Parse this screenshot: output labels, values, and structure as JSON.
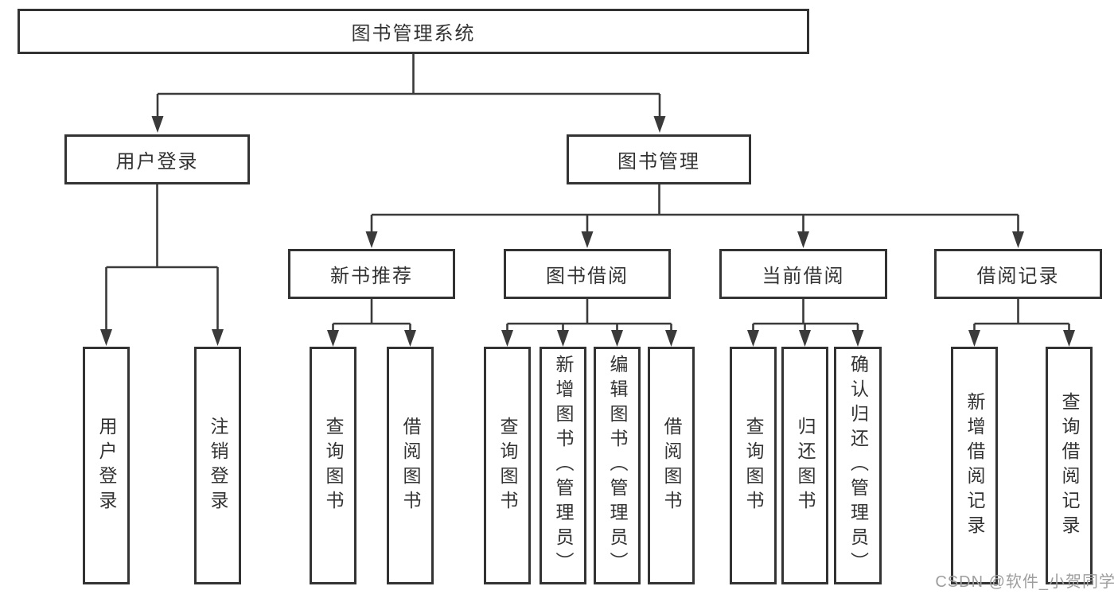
{
  "diagram": {
    "type": "tree",
    "tree": {
      "label": "图书管理系统",
      "children": [
        {
          "label": "用户登录",
          "children": [
            {
              "label": "用户登录"
            },
            {
              "label": "注销登录"
            }
          ]
        },
        {
          "label": "图书管理",
          "children": [
            {
              "label": "新书推荐",
              "children": [
                {
                  "label": "查询图书"
                },
                {
                  "label": "借阅图书"
                }
              ]
            },
            {
              "label": "图书借阅",
              "children": [
                {
                  "label": "查询图书"
                },
                {
                  "label": "新增图书（管理员）"
                },
                {
                  "label": "编辑图书（管理员）"
                },
                {
                  "label": "借阅图书"
                }
              ]
            },
            {
              "label": "当前借阅",
              "children": [
                {
                  "label": "查询图书"
                },
                {
                  "label": "归还图书"
                },
                {
                  "label": "确认归还（管理员）"
                }
              ]
            },
            {
              "label": "借阅记录",
              "children": [
                {
                  "label": "新增借阅记录"
                },
                {
                  "label": "查询借阅记录"
                }
              ]
            }
          ]
        }
      ]
    },
    "colors": {
      "line": "#3a3a3a",
      "box_border": "#333333",
      "text": "#333333",
      "watermark_text": "#9e9e9e",
      "background": "#ffffff"
    },
    "watermark": {
      "text": "CSDN @软件_小贺同学"
    }
  }
}
